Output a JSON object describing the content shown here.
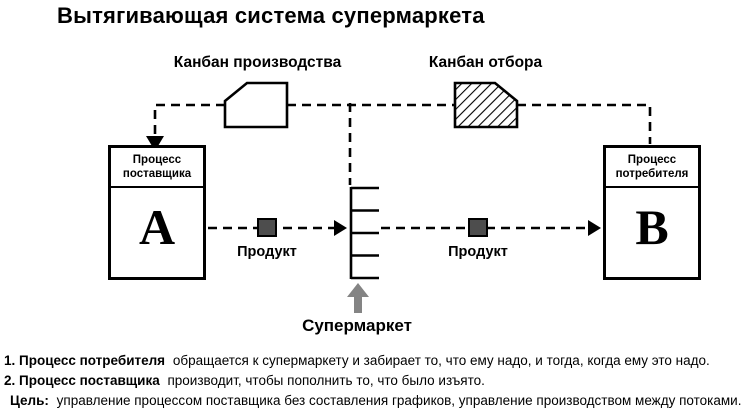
{
  "title": "Вытягивающая система супермаркета",
  "diagram": {
    "kanban_production_label": "Канбан производства",
    "kanban_withdrawal_label": "Канбан отбора",
    "supplier_box": {
      "header": "Процесс поставщика",
      "letter": "A"
    },
    "consumer_box": {
      "header": "Процесс потребителя",
      "letter": "B"
    },
    "product_label_left": "Продукт",
    "product_label_right": "Продукт",
    "supermarket_label": "Супермаркет"
  },
  "icons": {
    "kanban_production_card": "white-card-cut-corner",
    "kanban_withdrawal_card": "hatched-card-cut-corner",
    "supermarket": "shelf-comb",
    "product": "dark-square",
    "supermarket_pointer": "gray-up-arrow"
  },
  "colors": {
    "line": "#000000",
    "product_fill": "#4d4d4d",
    "gray_arrow": "#848484",
    "background": "#ffffff"
  },
  "notes": [
    {
      "bold": "1. Процесс потребителя",
      "text": "обращается к супермаркету и забирает то, что ему надо, и тогда, когда ему это надо."
    },
    {
      "bold": "2. Процесс поставщика",
      "text": "производит, чтобы пополнить то, что было изъято."
    },
    {
      "bold": "Цель:",
      "text": "управление процессом поставщика без составления графиков, управление производством между потоками."
    }
  ]
}
